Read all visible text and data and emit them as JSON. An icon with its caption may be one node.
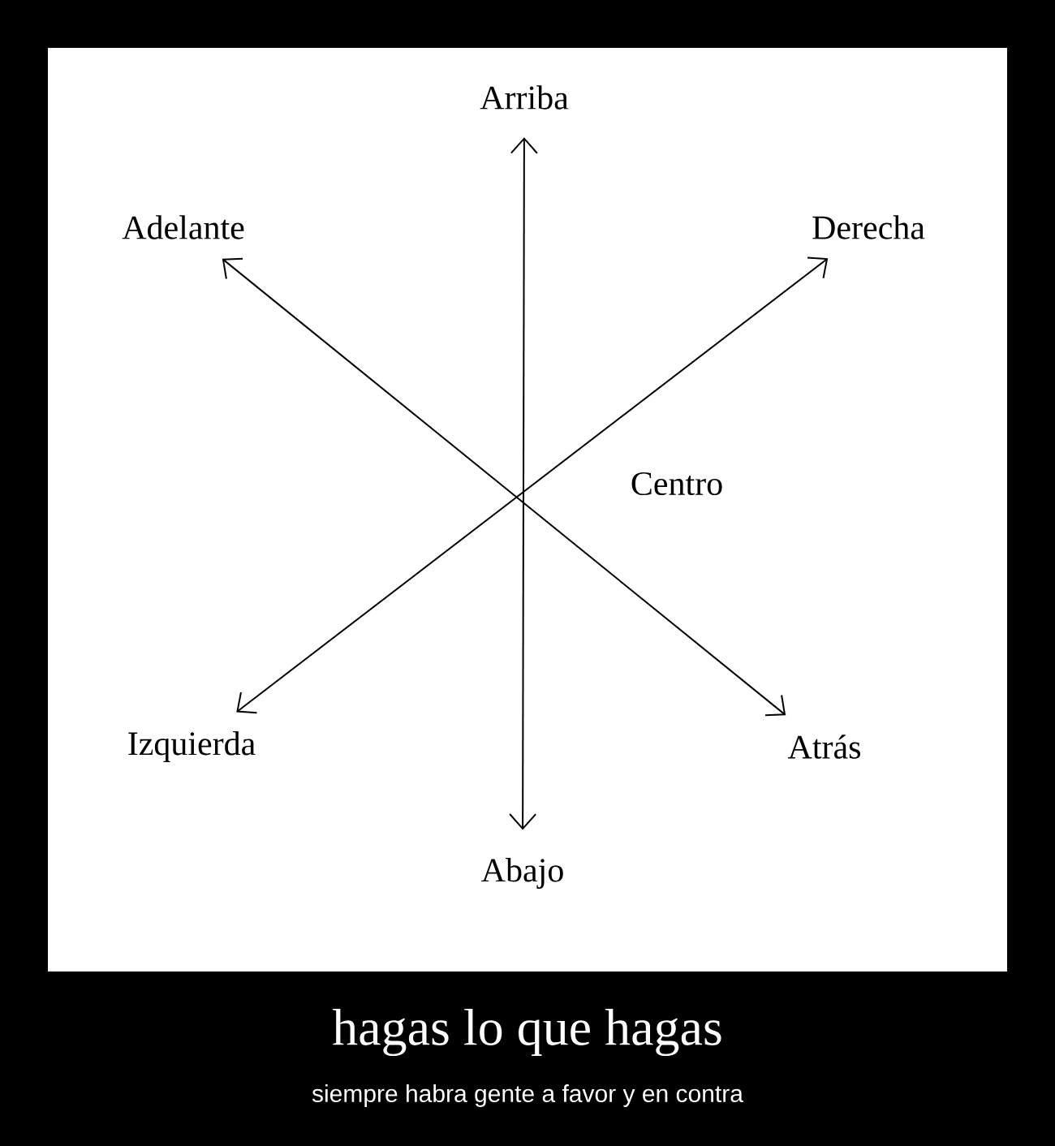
{
  "diagram": {
    "title": "hagas lo que hagas",
    "caption": "siempre habra gente a favor y en contra",
    "nodes": [
      {
        "text": [
          "Arriba"
        ]
      },
      {
        "text": [
          "Adelante"
        ]
      },
      {
        "text": [
          "Derecha"
        ]
      },
      {
        "text": [
          "Izquierda"
        ]
      },
      {
        "text": [
          "Atrás"
        ]
      },
      {
        "text": [
          "Abajo"
        ]
      }
    ],
    "edges": [
      {
        "from": 0,
        "to": 5,
        "arrow": "both"
      },
      {
        "from": 1,
        "to": 4,
        "arrow": "both"
      },
      {
        "from": 2,
        "to": 3,
        "arrow": "both"
      }
    ],
    "labels": [
      "Centro"
    ]
  }
}
